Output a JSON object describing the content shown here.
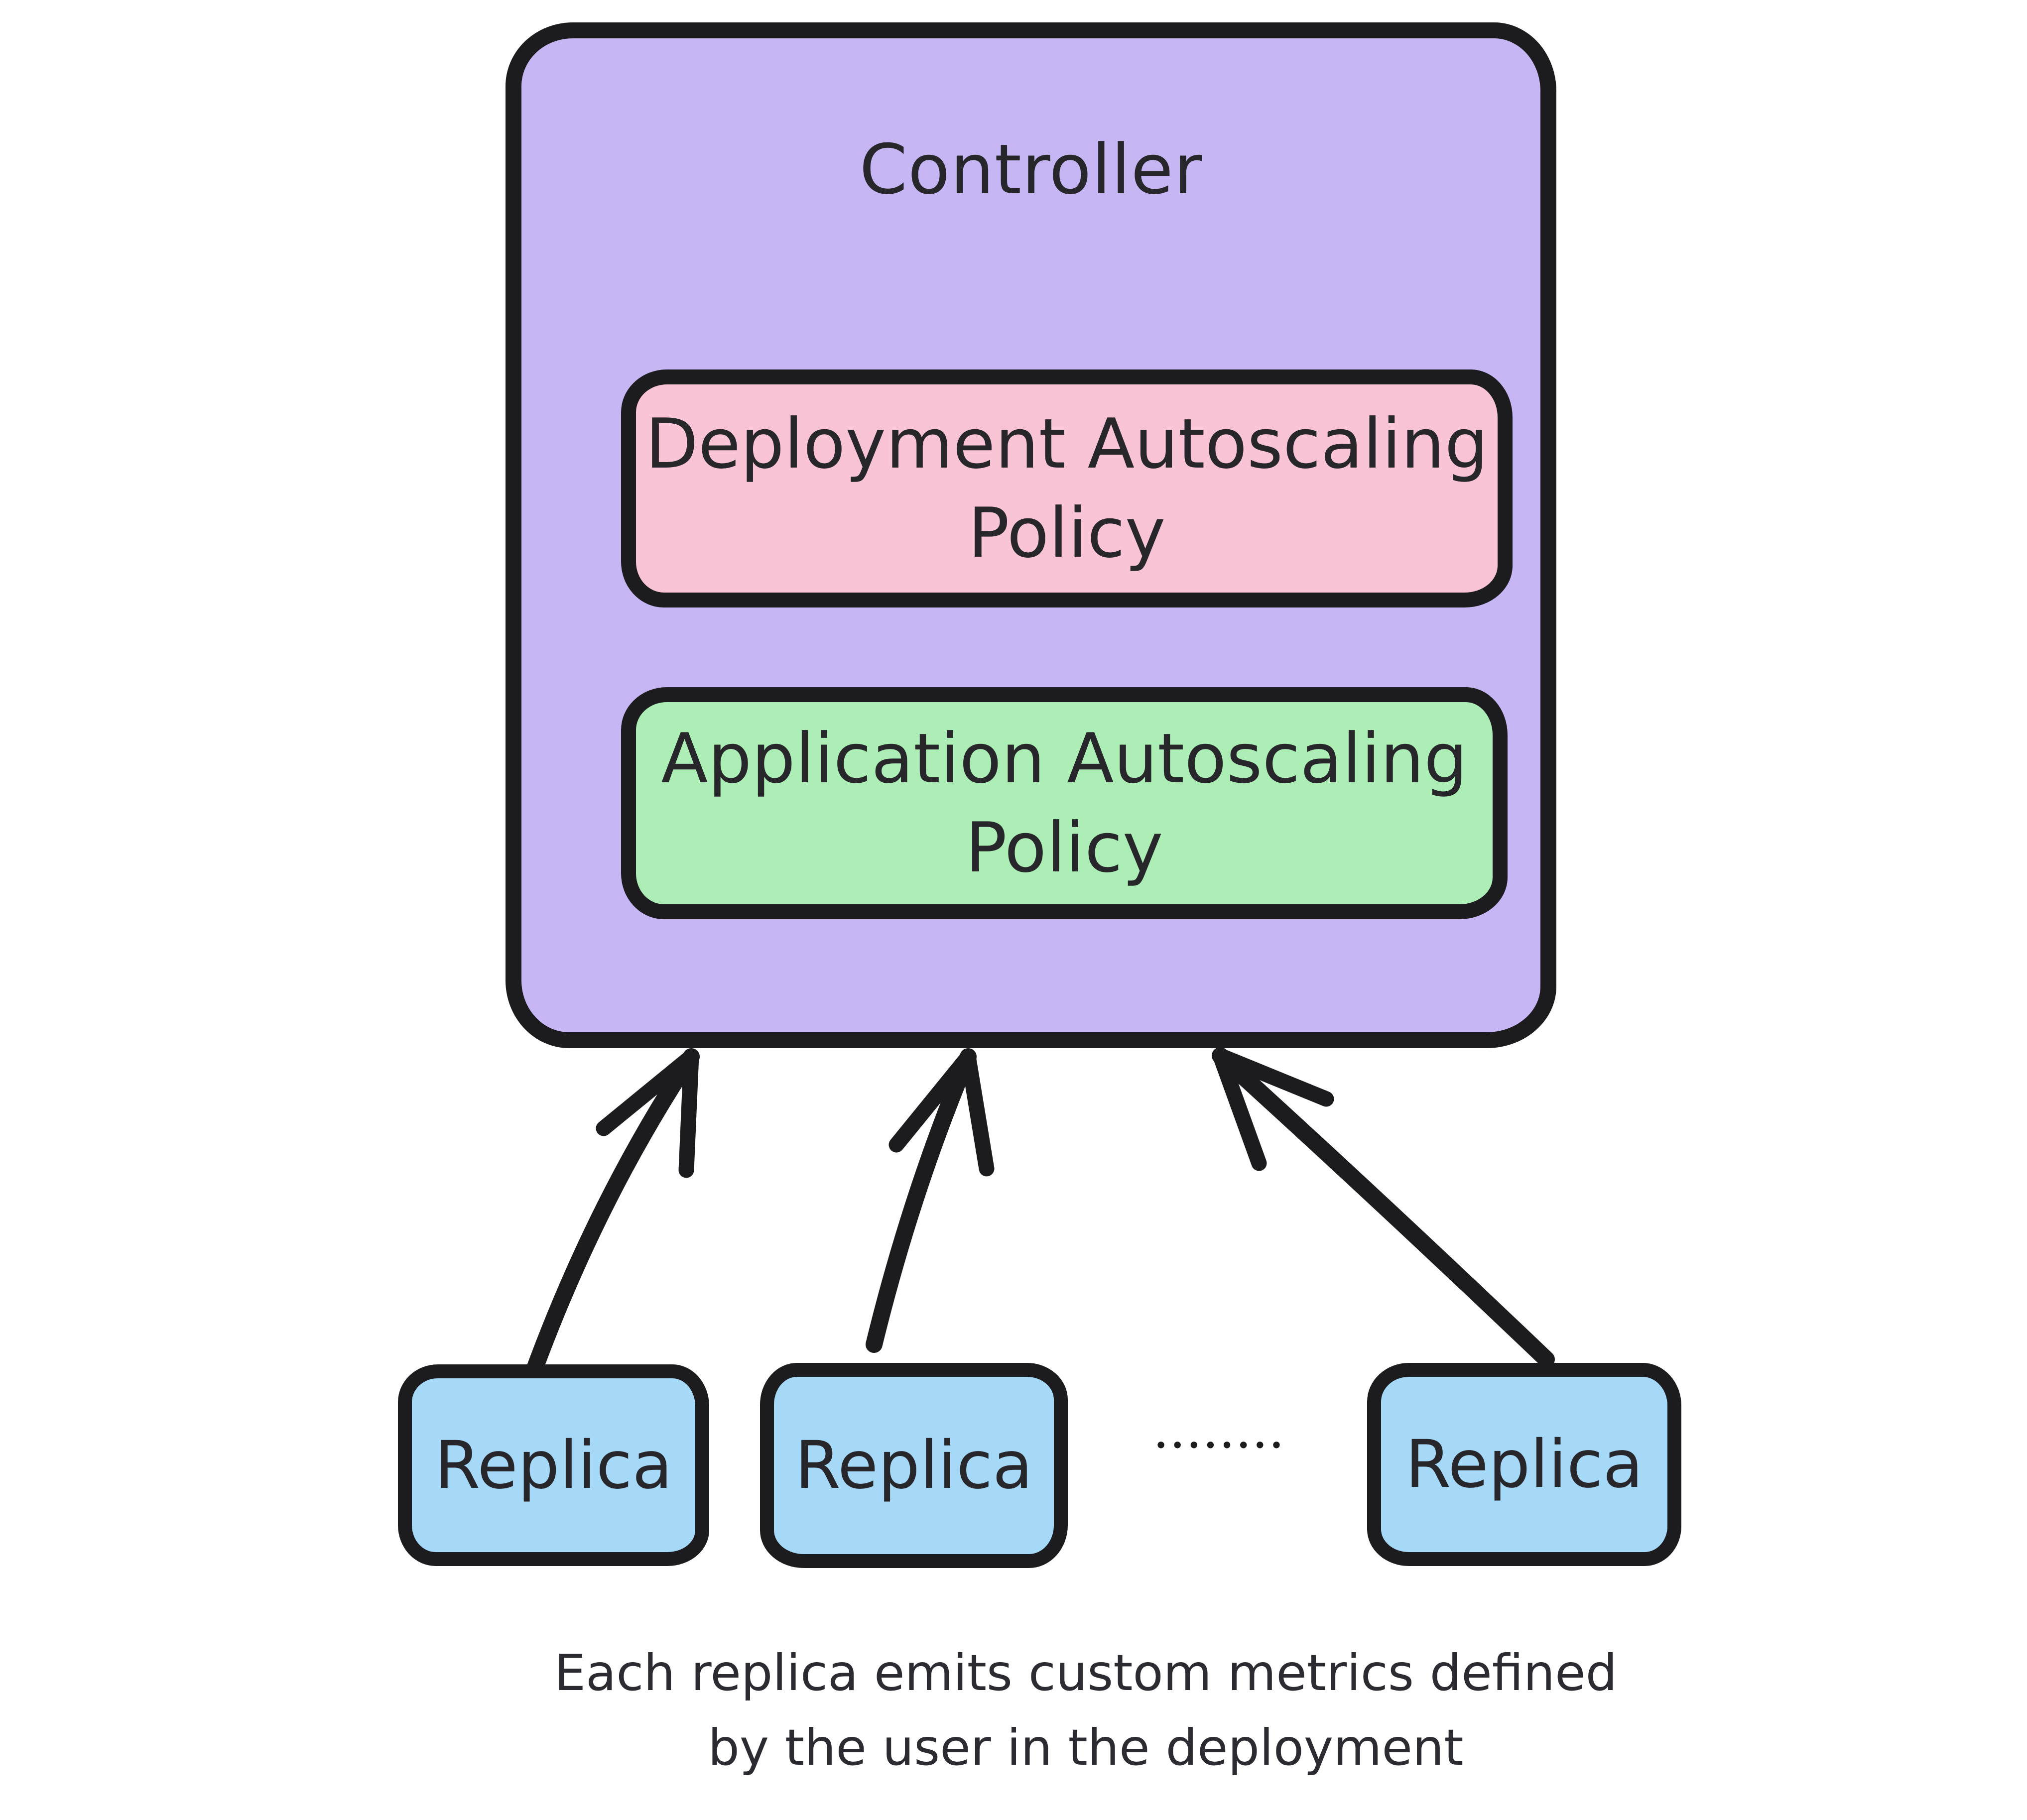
{
  "page": {
    "background": "#ffffff"
  },
  "diagram": {
    "controller": {
      "title": "Controller",
      "fill": "#c7b6f4"
    },
    "policies": [
      {
        "line1": "Deployment Autoscaling",
        "line2": "Policy",
        "fill": "#f9c4d5"
      },
      {
        "line1": "Application Autoscaling",
        "line2": "Policy",
        "fill": "#aceeb6"
      }
    ],
    "replicas": [
      {
        "label": "Replica"
      },
      {
        "label": "Replica"
      },
      {
        "label": "Replica"
      }
    ],
    "replica_fill": "#a6d8f8",
    "ellipsis": "••••••••",
    "caption": {
      "line1": "Each replica emits custom metrics defined",
      "line2": "by the user in the deployment"
    },
    "stroke_color": "#1c1c1f",
    "text_color": "#26262b"
  }
}
